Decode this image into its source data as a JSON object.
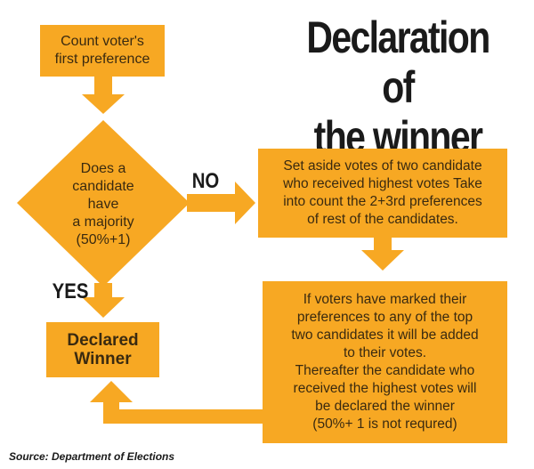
{
  "title": {
    "line1": "Declaration of",
    "line2": "the winner"
  },
  "nodes": {
    "count": {
      "line1": "Count voter's",
      "line2": "first preference"
    },
    "decision": {
      "line1": "Does a",
      "line2": "candidate have",
      "line3": "a majority",
      "line4": "(50%+1)"
    },
    "aside": {
      "line1": "Set aside votes of two candidate",
      "line2": "who received highest votes Take",
      "line3": "into count the 2+3rd preferences",
      "line4": "of rest of the candidates."
    },
    "declared": {
      "line1": "Declared",
      "line2": "Winner"
    },
    "transfer": {
      "line1": "If voters have marked their",
      "line2": "preferences to any of the top",
      "line3": "two candidates it will be added",
      "line4": "to their votes.",
      "line5": "Thereafter the candidate who",
      "line6": "received the highest votes will",
      "line7": "be declared the winner",
      "line8": "(50%+ 1 is not requred)"
    }
  },
  "edges": {
    "no_label": "NO",
    "yes_label": "YES"
  },
  "source": "Source: Department of Elections",
  "colors": {
    "box": "#F7A823",
    "text": "#3a2a10",
    "heading": "#1a1a1a",
    "background": "#ffffff"
  }
}
